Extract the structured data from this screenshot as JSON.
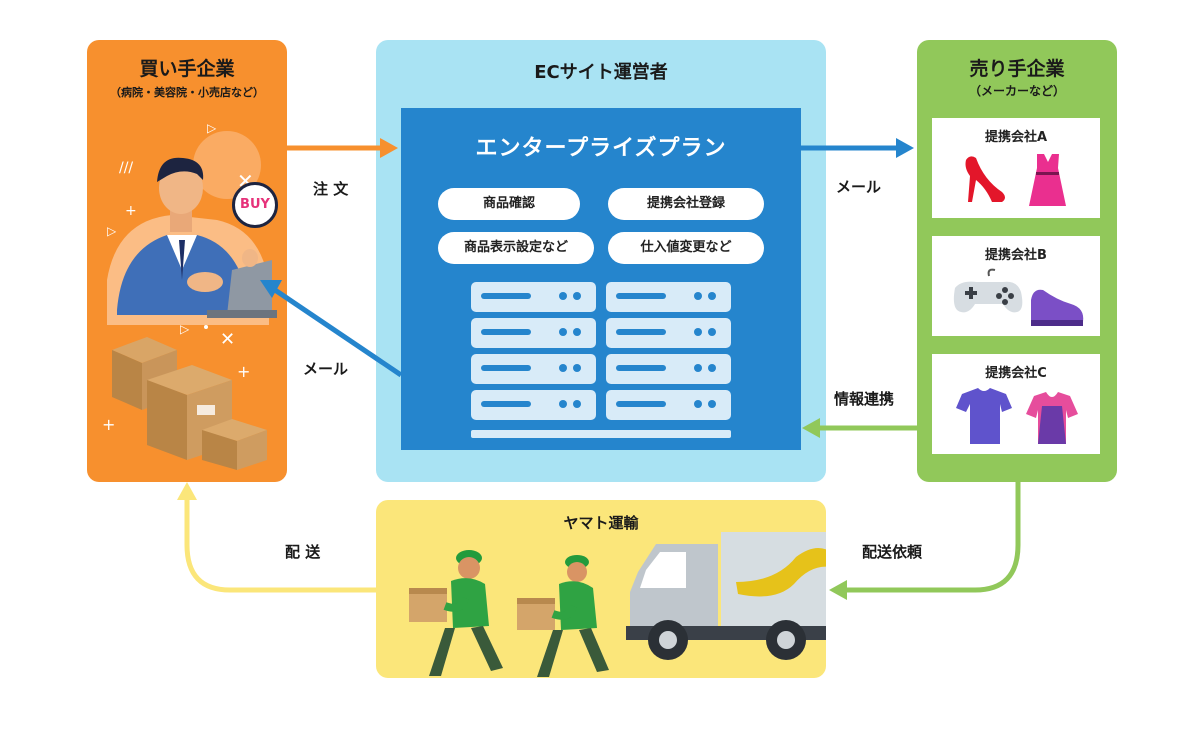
{
  "buyer": {
    "title": "買い手企業",
    "subtitle": "（病院・美容院・小売店など）",
    "badge": "BUY"
  },
  "ec": {
    "title": "ECサイト運営者",
    "plan_title": "エンタープライズプラン",
    "features": [
      "商品確認",
      "提携会社登録",
      "商品表示設定など",
      "仕入値変更など"
    ]
  },
  "seller": {
    "title": "売り手企業",
    "subtitle": "（メーカーなど）",
    "partners": [
      "提携会社A",
      "提携会社B",
      "提携会社C"
    ]
  },
  "yamato": {
    "title": "ヤマト運輸"
  },
  "flows": {
    "order": "注 文",
    "mail_to_seller": "メール",
    "mail_to_buyer": "メール",
    "info_link": "情報連携",
    "delivery": "配 送",
    "delivery_request": "配送依頼"
  },
  "colors": {
    "buyer": "#f7902e",
    "ec": "#a9e3f3",
    "plan": "#2585cd",
    "seller": "#91c85a",
    "yamato": "#fbe67a",
    "arrow_orange": "#f7902e",
    "arrow_blue": "#2585cd",
    "arrow_green": "#91c85a",
    "arrow_yellow": "#fbe67a"
  }
}
